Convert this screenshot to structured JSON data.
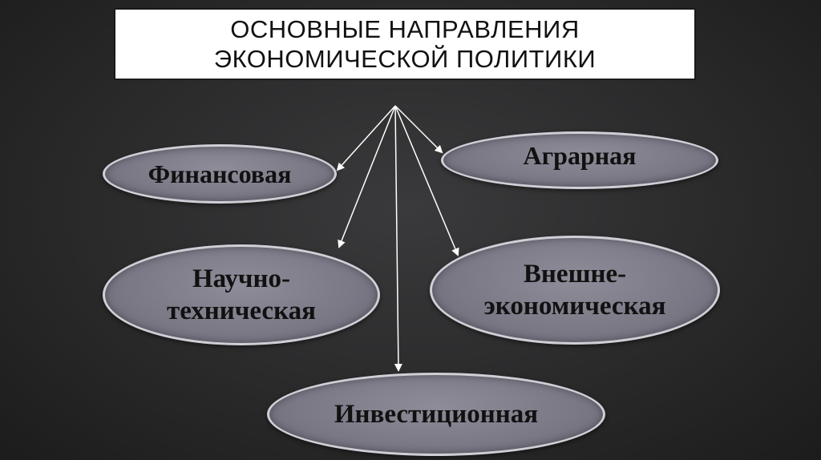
{
  "title": {
    "line1": "ОСНОВНЫЕ НАПРАВЛЕНИЯ",
    "line2": "ЭКОНОМИЧЕСКОЙ ПОЛИТИКИ"
  },
  "nodes": {
    "finance": {
      "label": "Финансовая"
    },
    "agrarian": {
      "label": "Аграрная"
    },
    "science": {
      "line1": "Научно-",
      "line2": "техническая"
    },
    "foreign": {
      "line1": "Внешне-",
      "line2": "экономическая"
    },
    "invest": {
      "label": "Инвестиционная"
    }
  },
  "colors": {
    "background": "#2b2b2c",
    "node_fill": "#7f7c8a",
    "node_border": "#cfcfd6",
    "arrow": "#ffffff",
    "title_bg": "#ffffff",
    "text": "#111111"
  }
}
